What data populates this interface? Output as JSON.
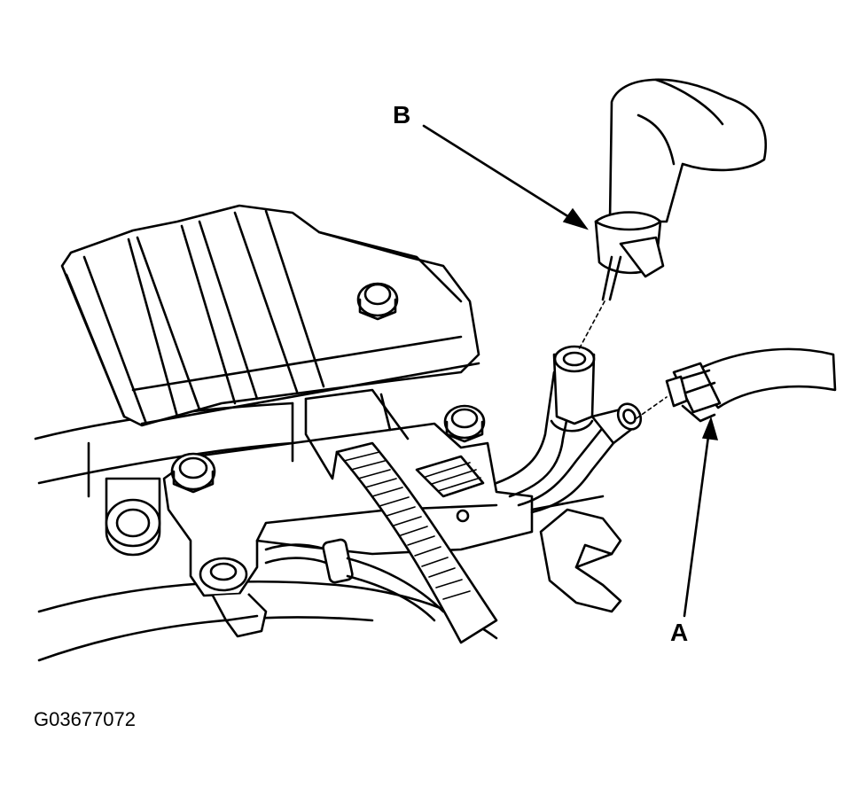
{
  "callouts": {
    "b": "B",
    "a": "A"
  },
  "figure_id": "G03677072"
}
